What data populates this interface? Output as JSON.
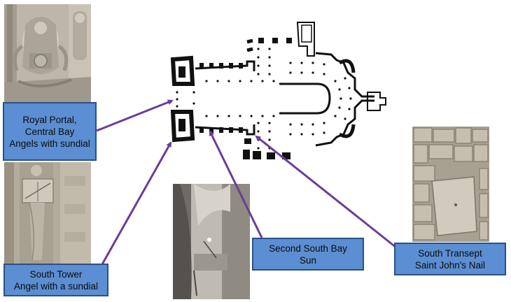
{
  "labels": {
    "royal_portal": [
      "Royal Portal,",
      "Central Bay",
      "Angels with sundial"
    ],
    "south_tower": [
      "South Tower",
      "Angel with a sundial"
    ],
    "second_south_bay": [
      "Second South Bay",
      "Sun"
    ],
    "south_transept": [
      "South Transept",
      "Saint John's Nail"
    ]
  },
  "colors": {
    "label_fill": "#5b8ed2",
    "label_border": "#2d4f86",
    "arrow": "#6a3d9a",
    "plan_ink": "#111111",
    "stone": "#b9b3a7"
  }
}
